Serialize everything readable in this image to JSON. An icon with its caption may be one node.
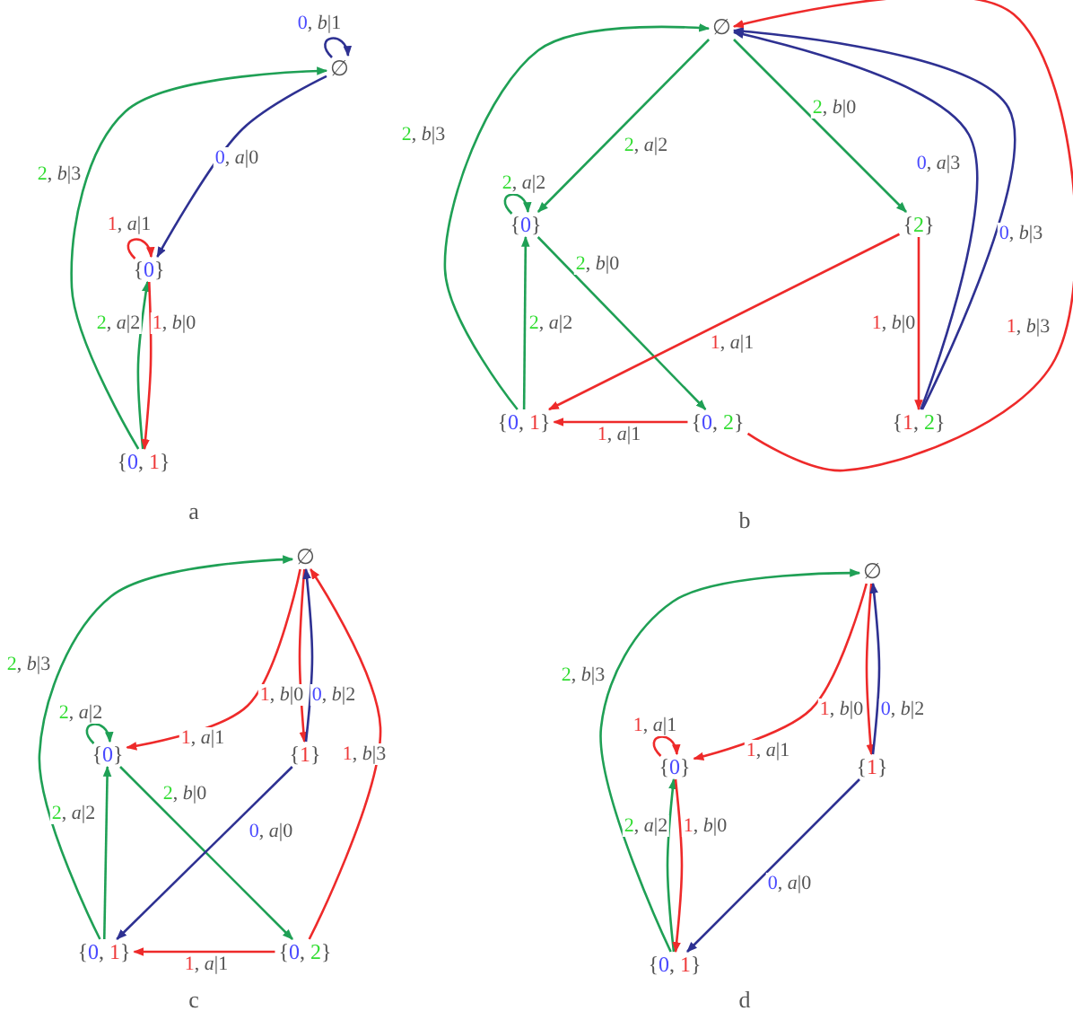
{
  "diagram": {
    "nodes": [
      {
        "text": [
          "∅"
        ]
      },
      {
        "text": [
          "{0}"
        ]
      },
      {
        "text": [
          "{0, 1}"
        ]
      },
      {
        "text": [
          "∅"
        ]
      },
      {
        "text": [
          "{0}"
        ]
      },
      {
        "text": [
          "{2}"
        ]
      },
      {
        "text": [
          "{0, 1}"
        ]
      },
      {
        "text": [
          "{0, 2}"
        ]
      },
      {
        "text": [
          "{1, 2}"
        ]
      },
      {
        "text": [
          "∅"
        ]
      },
      {
        "text": [
          "{0}"
        ]
      },
      {
        "text": [
          "{1}"
        ]
      },
      {
        "text": [
          "{0, 1}"
        ]
      },
      {
        "text": [
          "{0, 2}"
        ]
      },
      {
        "text": [
          "∅"
        ]
      },
      {
        "text": [
          "{0}"
        ]
      },
      {
        "text": [
          "{1}"
        ]
      },
      {
        "text": [
          "{0, 1}"
        ]
      }
    ],
    "edges": [
      {
        "from": 0,
        "to": 0,
        "arrow": "to",
        "label": "0, *b*|1",
        "color": "#2e3192"
      },
      {
        "from": 0,
        "to": 1,
        "arrow": "to",
        "label": "0, *a*|0",
        "color": "#2e3192"
      },
      {
        "from": 1,
        "to": 1,
        "arrow": "to",
        "label": "1, *a*|1",
        "color": "#ee2a2a"
      },
      {
        "from": 2,
        "to": 1,
        "arrow": "to",
        "label": "2, *a*|2",
        "color": "#1fa055"
      },
      {
        "from": 1,
        "to": 2,
        "arrow": "to",
        "label": "1, *b*|0",
        "color": "#ee2a2a"
      },
      {
        "from": 2,
        "to": 0,
        "arrow": "to",
        "label": "2, *b*|3",
        "color": "#1fa055"
      },
      {
        "from": 3,
        "to": 4,
        "arrow": "to",
        "label": "2, *a*|2",
        "color": "#1fa055"
      },
      {
        "from": 3,
        "to": 5,
        "arrow": "to",
        "label": "2, *b*|0",
        "color": "#1fa055"
      },
      {
        "from": 4,
        "to": 4,
        "arrow": "to",
        "label": "2, *a*|2",
        "color": "#1fa055"
      },
      {
        "from": 6,
        "to": 4,
        "arrow": "to",
        "label": "2, *a*|2",
        "color": "#1fa055"
      },
      {
        "from": 4,
        "to": 7,
        "arrow": "to",
        "label": "2, *b*|0",
        "color": "#1fa055"
      },
      {
        "from": 5,
        "to": 6,
        "arrow": "to",
        "label": "1, *a*|1",
        "color": "#ee2a2a"
      },
      {
        "from": 7,
        "to": 6,
        "arrow": "to",
        "label": "1, *a*|1",
        "color": "#ee2a2a"
      },
      {
        "from": 5,
        "to": 8,
        "arrow": "to",
        "label": "1, *b*|0",
        "color": "#ee2a2a"
      },
      {
        "from": 8,
        "to": 3,
        "arrow": "to",
        "label": "0, *a*|3",
        "color": "#2e3192"
      },
      {
        "from": 8,
        "to": 3,
        "arrow": "to",
        "label": "0, *b*|3",
        "color": "#2e3192"
      },
      {
        "from": 7,
        "to": 3,
        "arrow": "to",
        "label": "1, *b*|3",
        "color": "#ee2a2a"
      },
      {
        "from": 6,
        "to": 3,
        "arrow": "to",
        "label": "2, *b*|3",
        "color": "#1fa055"
      },
      {
        "from": 12,
        "to": 9,
        "arrow": "to",
        "label": "2, *b*|3",
        "color": "#1fa055"
      },
      {
        "from": 10,
        "to": 10,
        "arrow": "to",
        "label": "2, *a*|2",
        "color": "#1fa055"
      },
      {
        "from": 9,
        "to": 10,
        "arrow": "to",
        "label": "1, *a*|1",
        "color": "#ee2a2a"
      },
      {
        "from": 9,
        "to": 11,
        "arrow": "to",
        "label": "1, *b*|0",
        "color": "#ee2a2a"
      },
      {
        "from": 11,
        "to": 9,
        "arrow": "to",
        "label": "0, *b*|2",
        "color": "#2e3192"
      },
      {
        "from": 13,
        "to": 9,
        "arrow": "to",
        "label": "1, *b*|3",
        "color": "#ee2a2a"
      },
      {
        "from": 10,
        "to": 13,
        "arrow": "to",
        "label": "2, *b*|0",
        "color": "#1fa055"
      },
      {
        "from": 11,
        "to": 12,
        "arrow": "to",
        "label": "0, *a*|0",
        "color": "#2e3192"
      },
      {
        "from": 12,
        "to": 10,
        "arrow": "to",
        "label": "2, *a*|2",
        "color": "#1fa055"
      },
      {
        "from": 13,
        "to": 12,
        "arrow": "to",
        "label": "1, *a*|1",
        "color": "#ee2a2a"
      },
      {
        "from": 17,
        "to": 14,
        "arrow": "to",
        "label": "2, *b*|3",
        "color": "#1fa055"
      },
      {
        "from": 15,
        "to": 15,
        "arrow": "to",
        "label": "1, *a*|1",
        "color": "#ee2a2a"
      },
      {
        "from": 14,
        "to": 15,
        "arrow": "to",
        "label": "1, *a*|1",
        "color": "#ee2a2a"
      },
      {
        "from": 14,
        "to": 16,
        "arrow": "to",
        "label": "1, *b*|0",
        "color": "#ee2a2a"
      },
      {
        "from": 16,
        "to": 14,
        "arrow": "to",
        "label": "0, *b*|2",
        "color": "#2e3192"
      },
      {
        "from": 16,
        "to": 17,
        "arrow": "to",
        "label": "0, *a*|0",
        "color": "#2e3192"
      },
      {
        "from": 17,
        "to": 15,
        "arrow": "to",
        "label": "2, *a*|2",
        "color": "#1fa055"
      },
      {
        "from": 15,
        "to": 17,
        "arrow": "to",
        "label": "1, *b*|0",
        "color": "#ee2a2a"
      }
    ],
    "labels": [
      "a",
      "b",
      "c",
      "d"
    ]
  }
}
